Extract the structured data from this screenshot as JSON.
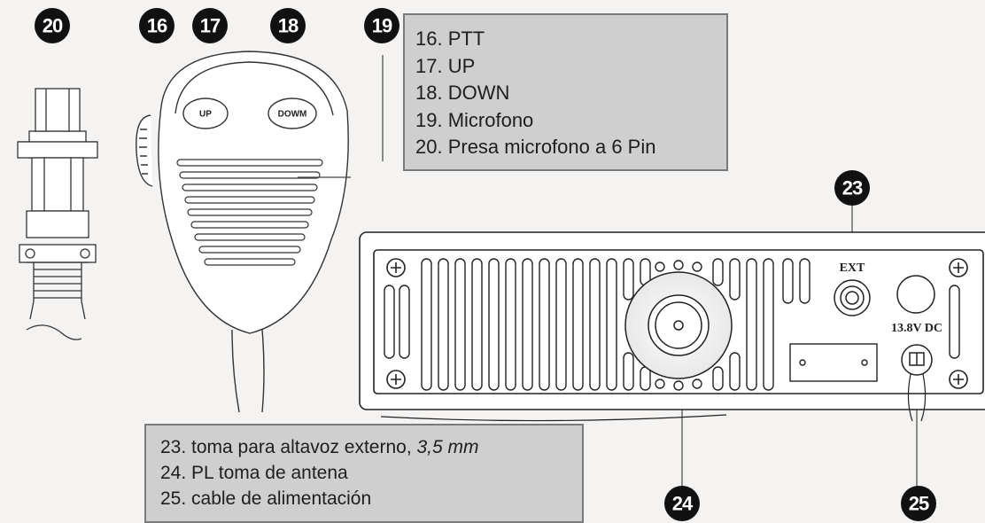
{
  "callouts": {
    "c16": "16",
    "c17": "17",
    "c18": "18",
    "c19": "19",
    "c20": "20",
    "c23": "23",
    "c24": "24",
    "c25": "25"
  },
  "microphone": {
    "up_button": "UP",
    "down_button": "DOWM"
  },
  "radio_panel": {
    "ext_label": "EXT",
    "dc_label": "13.8V DC"
  },
  "legend_top": {
    "items": [
      "16. PTT",
      "17. UP",
      "18. DOWN",
      "19. Microfono",
      "20. Presa microfono a 6 Pin"
    ]
  },
  "legend_bottom": {
    "item1_text": "23. toma para altavoz externo, ",
    "item1_italic": "3,5 mm",
    "item2": "24. PL toma de antena",
    "item3": "25. cable de alimentación"
  }
}
